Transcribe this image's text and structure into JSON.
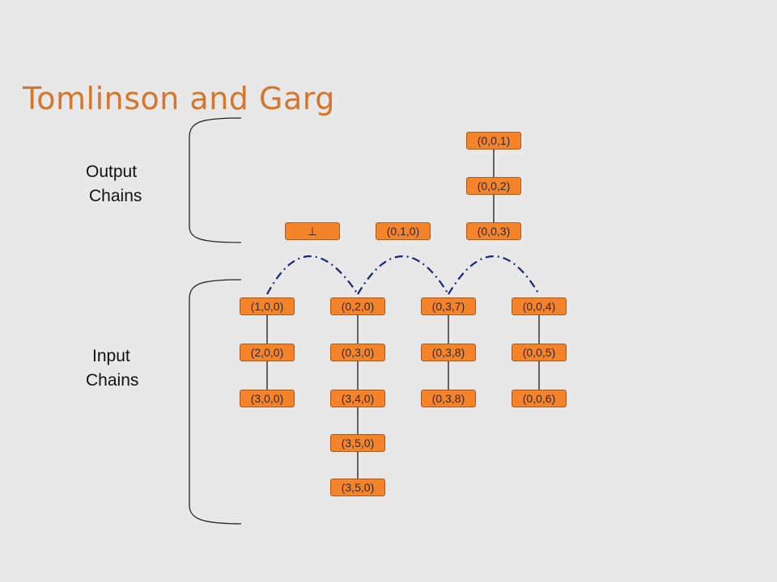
{
  "title": "Tomlinson and Garg",
  "groups": {
    "output": {
      "line1": "Output",
      "line2": "Chains"
    },
    "input": {
      "line1": "Input",
      "line2": "Chains"
    }
  },
  "output_nodes": {
    "bottom": "⊥",
    "n010": "(0,1,0)",
    "n001": "(0,0,1)",
    "n002": "(0,0,2)",
    "n003": "(0,0,3)"
  },
  "input_chains": [
    [
      "(1,0,0)",
      "(2,0,0)",
      "(3,0,0)"
    ],
    [
      "(0,2,0)",
      "(0,3,0)",
      "(3,4,0)",
      "(3,5,0)",
      "(3,5,0)"
    ],
    [
      "(0,3,7)",
      "(0,3,8)",
      "(0,3,8)"
    ],
    [
      "(0,0,4)",
      "(0,0,5)",
      "(0,0,6)"
    ]
  ],
  "colors": {
    "node_fill": "#f5832a",
    "arc": "#1a237e",
    "title": "#d4762c"
  }
}
